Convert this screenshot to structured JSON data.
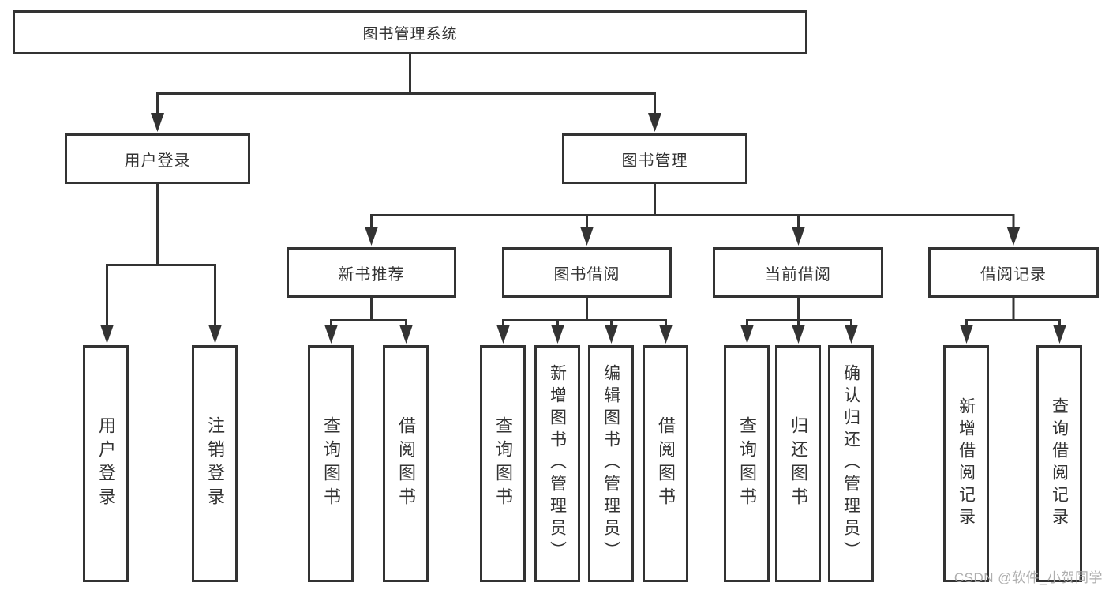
{
  "diagram": {
    "root": "图书管理系统",
    "level2": {
      "user_login": "用户登录",
      "book_management": "图书管理"
    },
    "level3": {
      "new_book_recommend": "新书推荐",
      "book_borrow": "图书借阅",
      "current_borrow": "当前借阅",
      "borrow_record": "借阅记录"
    },
    "leaves": {
      "user_login": [
        "用户登录",
        "注销登录"
      ],
      "new_book_recommend": [
        "查询图书",
        "借阅图书"
      ],
      "book_borrow": [
        "查询图书",
        "新增图书（管理员）",
        "编辑图书（管理员）",
        "借阅图书"
      ],
      "current_borrow": [
        "查询图书",
        "归还图书",
        "确认归还（管理员）"
      ],
      "borrow_record": [
        "新增借阅记录",
        "查询借阅记录"
      ]
    }
  },
  "watermark": "CSDN @软件_小贺同学",
  "colors": {
    "line": "#333333",
    "box_background": "#ffffff",
    "text": "#333333",
    "watermark": "#a5a5a5"
  }
}
